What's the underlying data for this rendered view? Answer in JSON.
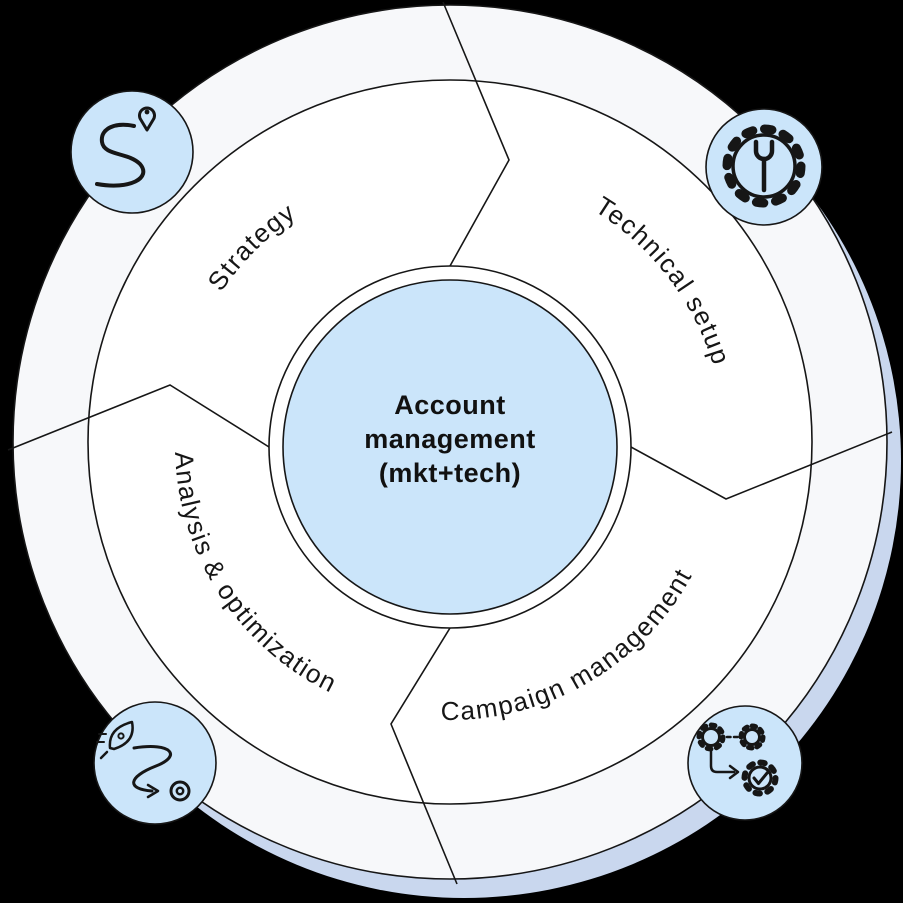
{
  "background": {
    "color": "#000000"
  },
  "diagram": {
    "type": "circular-cycle",
    "center_circle": {
      "line1": "Account",
      "line2": "management",
      "line3": "(mkt+tech)",
      "fill": "#cbe5fa"
    },
    "segments": [
      {
        "id": "strategy",
        "label": "Strategy",
        "position": "top-left"
      },
      {
        "id": "technical-setup",
        "label": "Technical setup",
        "position": "top-right"
      },
      {
        "id": "campaign-management",
        "label": "Campaign management",
        "position": "bottom-right"
      },
      {
        "id": "analysis-optimization",
        "label": "Analysis & optimization",
        "position": "bottom-left"
      }
    ],
    "badges": [
      {
        "icon": "route-pin-icon",
        "position": "top-left"
      },
      {
        "icon": "gear-wrench-icon",
        "position": "top-right"
      },
      {
        "icon": "gears-check-icon",
        "position": "bottom-right"
      },
      {
        "icon": "rocket-path-icon",
        "position": "bottom-left"
      }
    ],
    "colors": {
      "accent_blue": "#cbe5fa",
      "shadow_blue": "#c9d7ee",
      "outline": "#161616",
      "ring_fill": "#f7f8fa",
      "inner_fill": "#ffffff"
    }
  }
}
